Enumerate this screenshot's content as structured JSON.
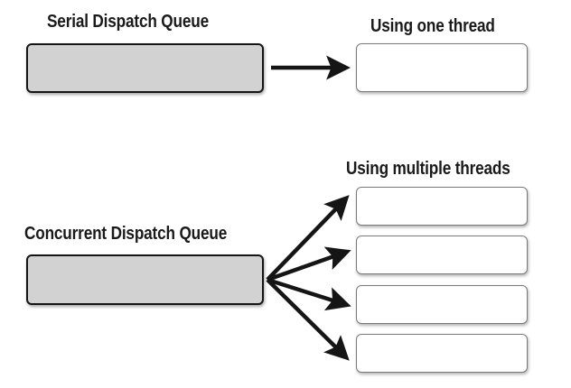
{
  "serial": {
    "title": "Serial Dispatch Queue",
    "thread_label": "Using one thread",
    "thread_count": 1
  },
  "concurrent": {
    "title": "Concurrent Dispatch Queue",
    "thread_label": "Using multiple threads",
    "thread_count": 4
  },
  "colors": {
    "queue_fill": "#d2d2d2",
    "thread_fill": "#ffffff",
    "arrow": "#151515"
  }
}
